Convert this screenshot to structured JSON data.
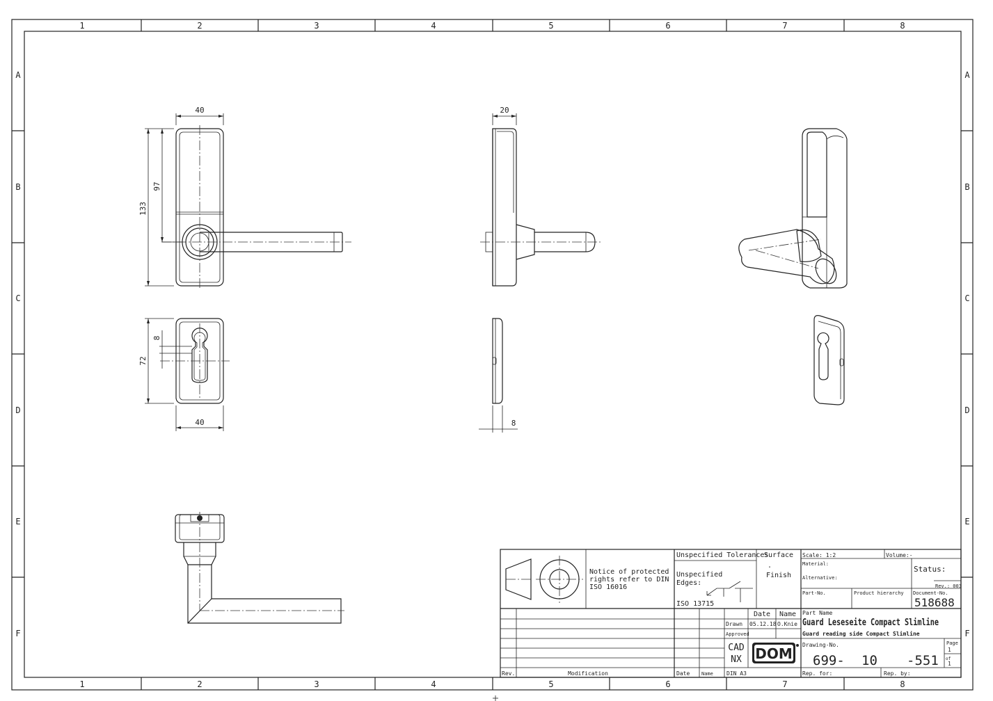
{
  "border": {
    "columns": [
      "1",
      "2",
      "3",
      "4",
      "5",
      "6",
      "7",
      "8"
    ],
    "rows": [
      "A",
      "B",
      "C",
      "D",
      "E",
      "F"
    ]
  },
  "dimensions": {
    "front_width": "40",
    "front_height_total": "133",
    "front_height_upper": "97",
    "side_depth": "20",
    "escutcheon_height": "72",
    "escutcheon_offset": "8",
    "escutcheon_width": "40",
    "escutcheon_depth": "8"
  },
  "title_block": {
    "notice": [
      "Notice of protected",
      "rights refer to DIN",
      "ISO 16016"
    ],
    "tolerances_title": "Unspecified Tolerances",
    "edges_label": [
      "Unspecified",
      "Edges:"
    ],
    "tolerance_std": "ISO 13715",
    "surface_label": "Surface",
    "surface_dot": ".",
    "finish_label": "Finish",
    "scale": "Scale: 1:2",
    "volume": "Volume:-",
    "material": "Material:",
    "alternative": "Alternative:",
    "status": "Status:",
    "rev": "Rev.: 003",
    "part_no": "Part-No.",
    "product_hierarchy": "Product hierarchy",
    "document_no_label": "Document-No.",
    "document_no": "518688",
    "date_head": "Date",
    "name_head": "Name",
    "drawn_label": "Drawn",
    "drawn_date": "05.12.18",
    "drawn_name": "O.Knie",
    "approved_label": "Approved",
    "cad": "CAD",
    "nx": "NX",
    "din": "DIN A3",
    "part_name_label": "Part Name",
    "part_name": "Guard Leseseite Compact Slimline",
    "part_name_en": "Guard reading side Compact Slimline",
    "drawing_no_label": "Drawing-No.",
    "drawing_no_a": "699-",
    "drawing_no_b": "10",
    "drawing_no_c": "-551",
    "page_label": "Page",
    "page_num": "1",
    "of_label": "of",
    "page_total": "1",
    "rep_for": "Rep. for:",
    "rep_by": "Rep. by:",
    "rev_col": "Rev.",
    "modification_col": "Modification",
    "date_col": "Date",
    "name_col": "Name",
    "logo_text": "DOM"
  }
}
